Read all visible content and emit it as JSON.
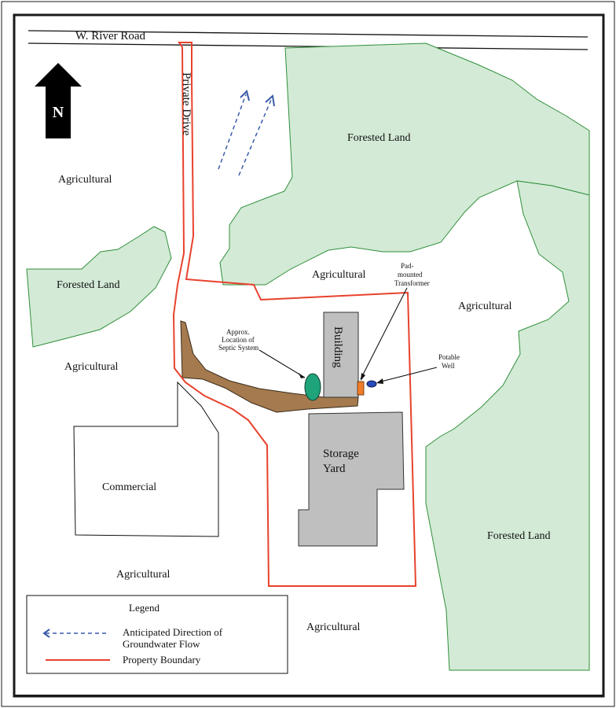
{
  "roads": {
    "main_road": "W. River Road",
    "private_drive": "Private Drive"
  },
  "north_arrow": {
    "letter": "N",
    "icon": "north-arrow-icon"
  },
  "areas": {
    "agricultural_nw": "Agricultural",
    "agricultural_w": "Agricultural",
    "agricultural_center": "Agricultural",
    "agricultural_east": "Agricultural",
    "agricultural_sw": "Agricultural",
    "agricultural_south": "Agricultural",
    "forested_west": "Forested Land",
    "forested_north": "Forested Land",
    "forested_east": "Forested Land",
    "commercial": "Commercial"
  },
  "features": {
    "building": "Building",
    "storage_line1": "Storage",
    "storage_line2": "Yard",
    "septic_line1": "Approx.",
    "septic_line2": "Location of",
    "septic_line3": "Septic System",
    "transformer_line1": "Pad-",
    "transformer_line2": "mounted",
    "transformer_line3": "Transformer",
    "well_line1": "Potable",
    "well_line2": "Well"
  },
  "legend": {
    "title": "Legend",
    "groundwater_line1": "Anticipated Direction of",
    "groundwater_line2": "Groundwater Flow",
    "property_boundary": "Property Boundary"
  },
  "colors": {
    "forest": "#d3ead6",
    "forest_stroke": "#2f8f3a",
    "boundary": "#e8422e",
    "building": "#bfbfbf",
    "slope": "#a47a4e",
    "septic": "#1fa37a",
    "transformer": "#f07c2a",
    "well": "#2a4ab8",
    "arrow": "#3a5aa8",
    "frame": "#1a1a1a"
  }
}
